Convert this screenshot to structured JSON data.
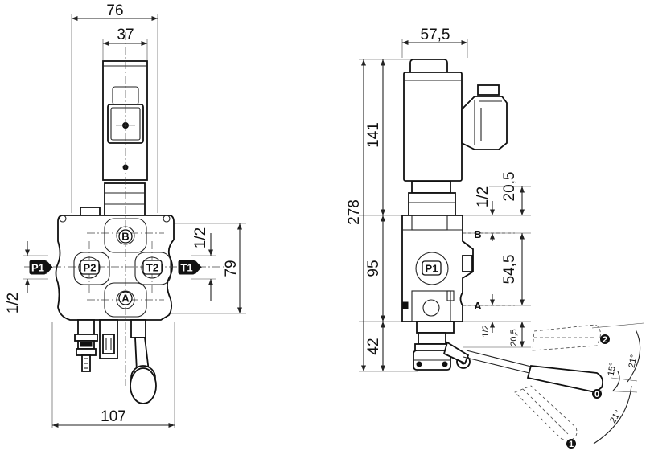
{
  "front_view": {
    "dim_top_width": "76",
    "dim_coil_width": "37",
    "dim_bottom_width": "107",
    "dim_height": "79",
    "dim_thread_right": "1/2",
    "dim_thread_left": "1/2",
    "ports": {
      "p1": "P1",
      "p2": "P2",
      "t1": "T1",
      "t2": "T2",
      "a": "A",
      "b": "B"
    }
  },
  "side_view": {
    "dim_coil_width": "57,5",
    "dim_total_height": "278",
    "dim_coil_height": "141",
    "dim_body_height": "95",
    "dim_lever_height": "42",
    "dim_upper_offset": "20,5",
    "dim_thread_upper": "1/2",
    "dim_port_spacing": "54,5",
    "dim_thread_lower": "1/2",
    "dim_lower_offset": "20,5",
    "ports": {
      "p1": "P1",
      "a": "A",
      "b": "B"
    }
  },
  "lever": {
    "angle_upper": "21°",
    "angle_mid": "15°",
    "angle_lower": "21°",
    "positions": {
      "neutral": "0",
      "pos_1": "1",
      "pos_2": "2"
    }
  }
}
